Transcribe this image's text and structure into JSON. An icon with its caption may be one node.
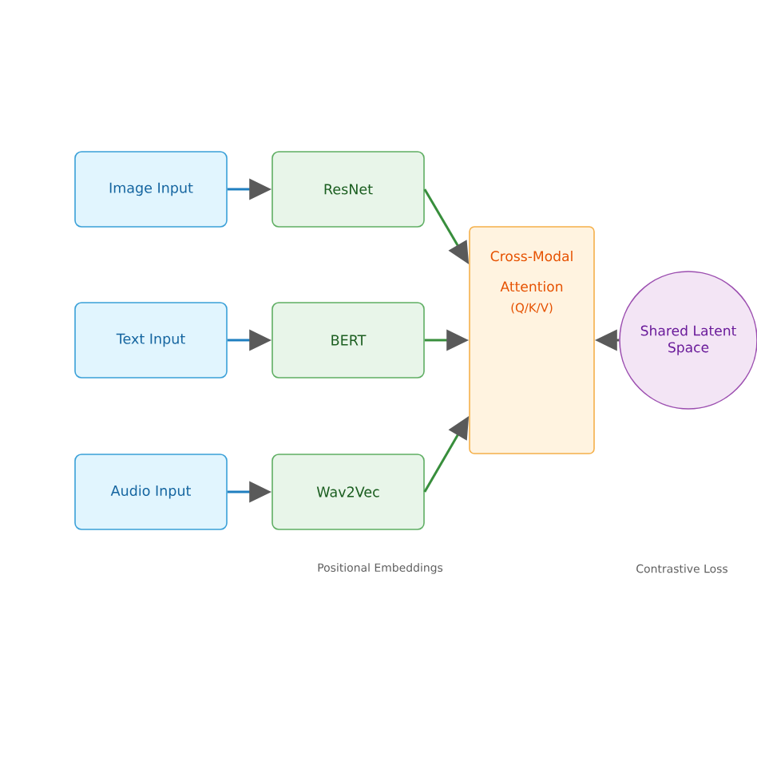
{
  "diagram": {
    "nodes": [
      {
        "text": [
          "Image Input"
        ]
      },
      {
        "text": [
          "ResNet"
        ]
      },
      {
        "text": [
          "Text Input"
        ]
      },
      {
        "text": [
          "BERT"
        ]
      },
      {
        "text": [
          "Audio Input"
        ]
      },
      {
        "text": [
          "Wav2Vec"
        ]
      },
      {
        "text": [
          "Cross-Modal Attention",
          "(Q/K/V)"
        ]
      },
      {
        "text": [
          "Shared Latent Space"
        ]
      }
    ],
    "edges": [
      {
        "from": 0,
        "to": 1,
        "arrow": "to",
        "color": "#1f7fc0"
      },
      {
        "from": 2,
        "to": 3,
        "arrow": "to",
        "color": "#1f7fc0"
      },
      {
        "from": 4,
        "to": 5,
        "arrow": "to",
        "color": "#1f7fc0"
      },
      {
        "from": 1,
        "to": 6,
        "arrow": "to",
        "color": "#388e3c"
      },
      {
        "from": 3,
        "to": 6,
        "arrow": "to",
        "color": "#388e3c"
      },
      {
        "from": 5,
        "to": 6,
        "arrow": "to",
        "color": "#388e3c"
      },
      {
        "from": 7,
        "to": 6,
        "arrow": "to",
        "color": "#555555"
      }
    ],
    "labels": [
      "Positional Embeddings",
      "Contrastive Loss"
    ]
  }
}
